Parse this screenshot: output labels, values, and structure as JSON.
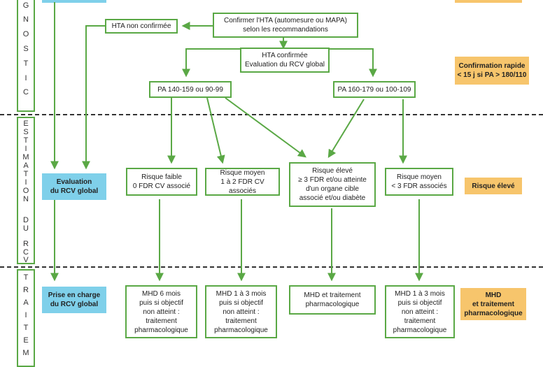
{
  "lanes": {
    "diagnostic": [
      "G",
      "N",
      "O",
      "S",
      "T",
      "I",
      "C"
    ],
    "estimation": [
      "E",
      "S",
      "T",
      "I",
      "M",
      "A",
      "T",
      "I",
      "O",
      "N",
      "",
      "D",
      "U",
      "",
      "R",
      "C",
      "V"
    ],
    "traitement": [
      "T",
      "R",
      "A",
      "I",
      "T",
      "E",
      "M"
    ]
  },
  "nodes": {
    "confirmer": "Confirmer l'HTA (automesure ou MAPA)\nselon les recommandations",
    "non_confirmee": "HTA non confirmée",
    "confirmee": "HTA confirmée\nEvaluation du RCV global",
    "pa_low": "PA 140-159 ou 90-99",
    "pa_high": "PA 160-179 ou 100-109",
    "risque_faible": "Risque faible\n0 FDR CV associé",
    "risque_moyen_1": "Risque moyen\n1 à 2 FDR CV associés",
    "risque_eleve": "Risque élevé\n≥ 3 FDR et/ou atteinte\nd'un organe cible\nassocié et/ou diabète",
    "risque_moyen_2": "Risque moyen\n< 3 FDR associés",
    "mhd_6": "MHD 6 mois\npuis si objectif\nnon atteint :\ntraitement\npharmacologique",
    "mhd_1_3_a": "MHD 1 à 3 mois\npuis si objectif\nnon atteint :\ntraitement\npharmacologique",
    "mhd_trait": "MHD et traitement\npharmacologique",
    "mhd_1_3_b": "MHD 1 à 3 mois\npuis si objectif\nnon atteint :\ntraitement\npharmacologique"
  },
  "blue_boxes": {
    "evaluation": "Evaluation\ndu RCV global",
    "prise_en_charge": "Prise en charge\ndu RCV global"
  },
  "orange_boxes": {
    "confirmation_rapide": "Confirmation rapide\n< 15 j si PA > 180/110",
    "risque_eleve": "Risque élevé",
    "mhd_trait": "MHD\net traitement\npharmacologique"
  },
  "colors": {
    "accent_green": "#5aa845",
    "blue_fill": "#7fd0ea",
    "orange_fill": "#f7c56c",
    "divider": "#333333"
  }
}
